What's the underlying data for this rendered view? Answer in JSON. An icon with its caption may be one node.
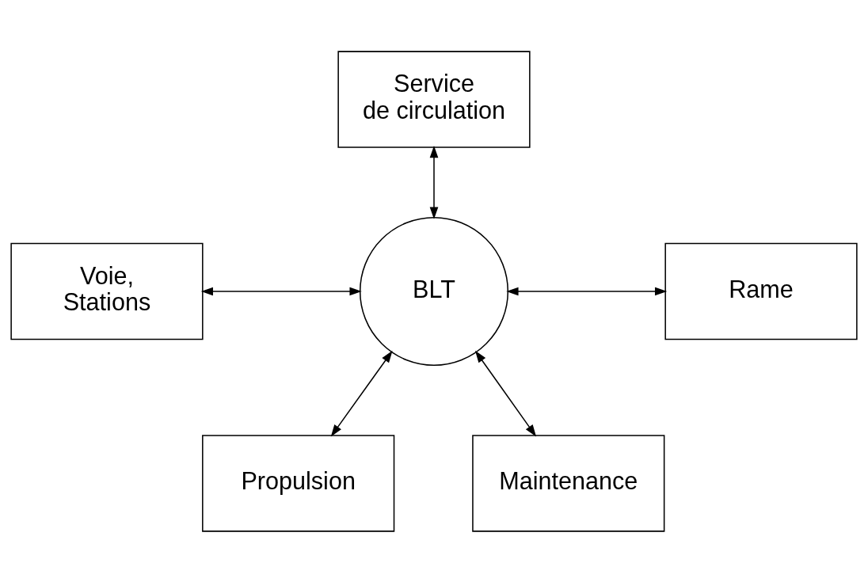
{
  "diagram": {
    "nodes": [
      {
        "text": [
          "Service de circulation"
        ]
      },
      {
        "text": [
          "Voie, Stations"
        ]
      },
      {
        "text": [
          "BLT"
        ]
      },
      {
        "text": [
          "Rame"
        ]
      },
      {
        "text": [
          "Propulsion"
        ]
      },
      {
        "text": [
          "Maintenance"
        ]
      }
    ],
    "edges": [
      {
        "from": 0,
        "to": 2,
        "arrow": "both"
      },
      {
        "from": 1,
        "to": 2,
        "arrow": "both"
      },
      {
        "from": 2,
        "to": 3,
        "arrow": "both"
      },
      {
        "from": 2,
        "to": 4,
        "arrow": "both"
      },
      {
        "from": 2,
        "to": 5,
        "arrow": "both"
      }
    ]
  }
}
